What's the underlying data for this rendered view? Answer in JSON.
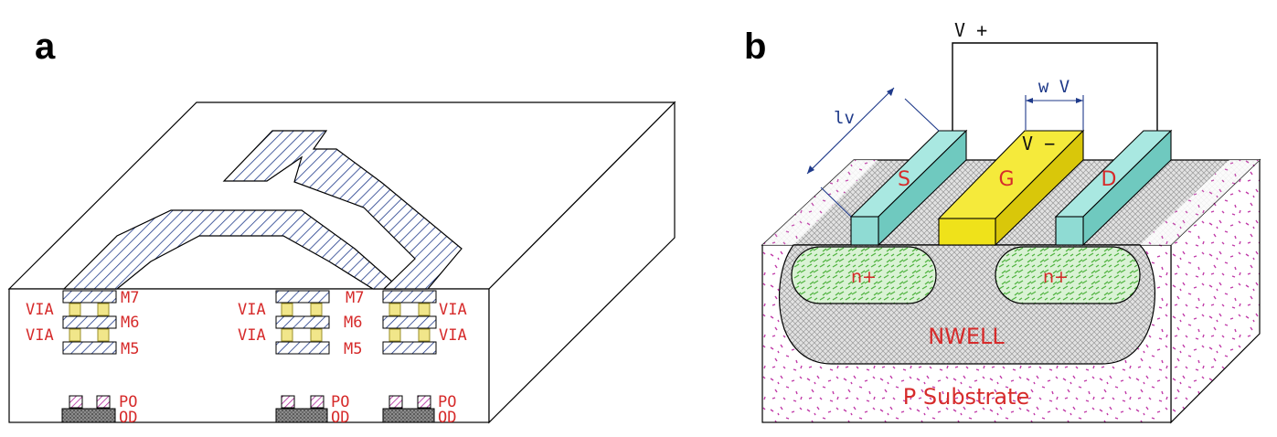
{
  "panel_a": {
    "letter": "a",
    "metal_labels": {
      "m7": "M7",
      "m6": "M6",
      "m5": "M5"
    },
    "via_label": "VIA",
    "poly_label": "PO",
    "od_label": "OD",
    "colors": {
      "metal_hatch": "#1f3a8a",
      "label": "#d62b2b",
      "via_fill": "#f1e68a",
      "poly_hatch": "#b0259a",
      "od_fill": "#777777"
    }
  },
  "panel_b": {
    "letter": "b",
    "v_plus": "V +",
    "v_minus": "V −",
    "lv": "lv",
    "wv": "w V",
    "source": "S",
    "gate": "G",
    "drain": "D",
    "n_plus": "n+",
    "nwell": "NWELL",
    "substrate": "P  Substrate",
    "colors": {
      "sd_fill": "#8fdbd3",
      "gate_fill": "#efe21a",
      "nplus_fill": "#cfeec9",
      "nplus_dash": "#5bbf4a",
      "nwell_fill": "#d9d9d9",
      "substrate_dots": "#c13aa8",
      "dim_line": "#1f3a8a"
    }
  }
}
